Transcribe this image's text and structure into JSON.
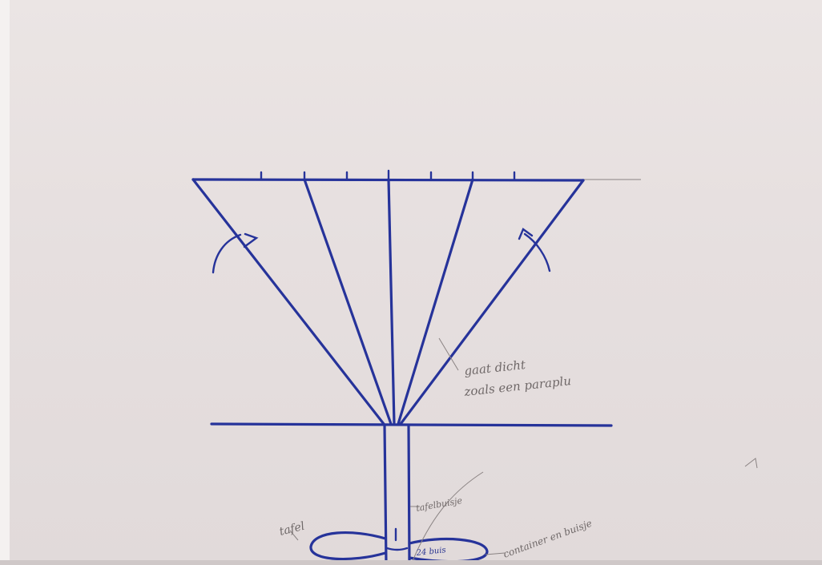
{
  "annotations": {
    "closes_line1": "gaat dicht",
    "closes_line2": "zoals een paraplu",
    "table": "tafel",
    "tube": "tafelbuisje",
    "container": "container en buisje",
    "tube_bottom": "24 buis"
  },
  "colors": {
    "ink": "#26339a",
    "pencil": "#6f6868",
    "paper": "#e6dfdf"
  }
}
